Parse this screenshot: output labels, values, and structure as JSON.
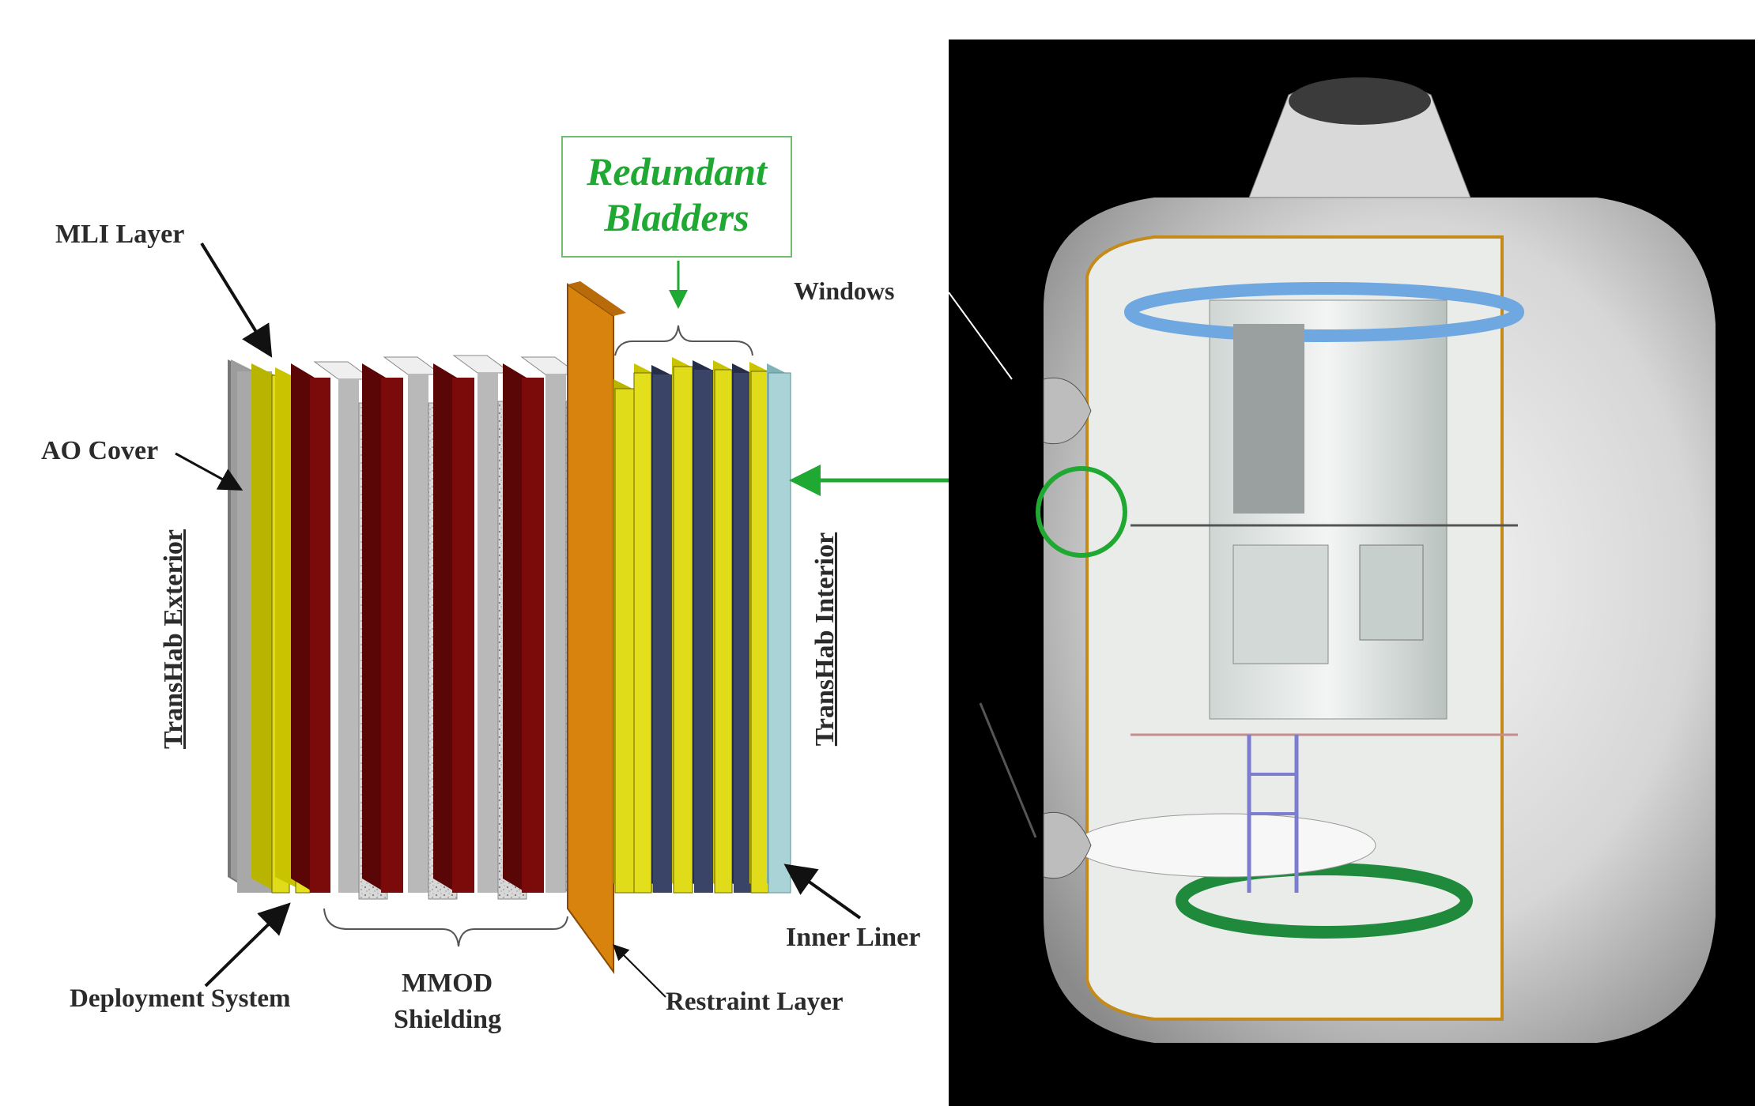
{
  "labels": {
    "mli_layer": "MLI Layer",
    "ao_cover": "AO Cover",
    "transhab_exterior": "TransHab Exterior",
    "transhab_interior": "TransHab Interior",
    "redundant": "Redundant",
    "bladders": "Bladders",
    "windows": "Windows",
    "inner_liner": "Inner Liner",
    "deployment_system": "Deployment System",
    "mmod": "MMOD",
    "shielding": "Shielding",
    "restraint_layer": "Restraint Layer"
  },
  "colors": {
    "ao_cover": "#9c9c9c",
    "mli": "#e1dc1a",
    "maroon": "#7b0a0a",
    "foam": "#c9c9c9",
    "restraint": "#d9830f",
    "navy": "#3a4466",
    "inner_liner": "#a9d3d6",
    "green": "#1fa832",
    "photo_bg": "#000000"
  }
}
